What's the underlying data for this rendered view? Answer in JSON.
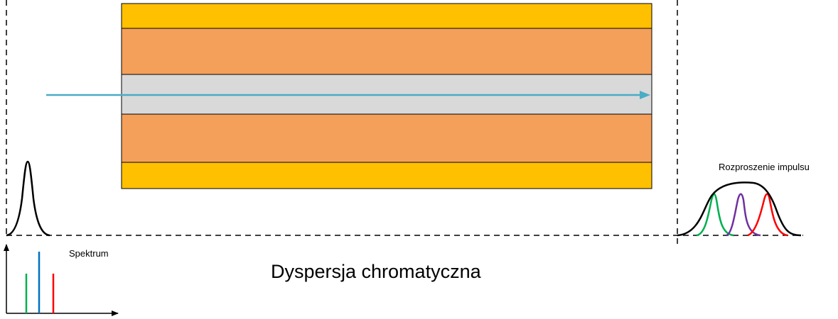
{
  "title": "Dyspersja chromatyczna",
  "labels": {
    "spectrum": "Spektrum",
    "pulse_spread": "Rozproszenie impulsu"
  },
  "colors": {
    "jacket": "#FFC000",
    "cladding": "#F4A05A",
    "core": "#D9D9D9",
    "ray": "#4BACC6",
    "green": "#00B050",
    "blue": "#0070C0",
    "red": "#FF0000",
    "purple": "#7030A0",
    "outline": "#000000"
  },
  "icons": {
    "ray_arrow": "arrow-right-icon"
  }
}
